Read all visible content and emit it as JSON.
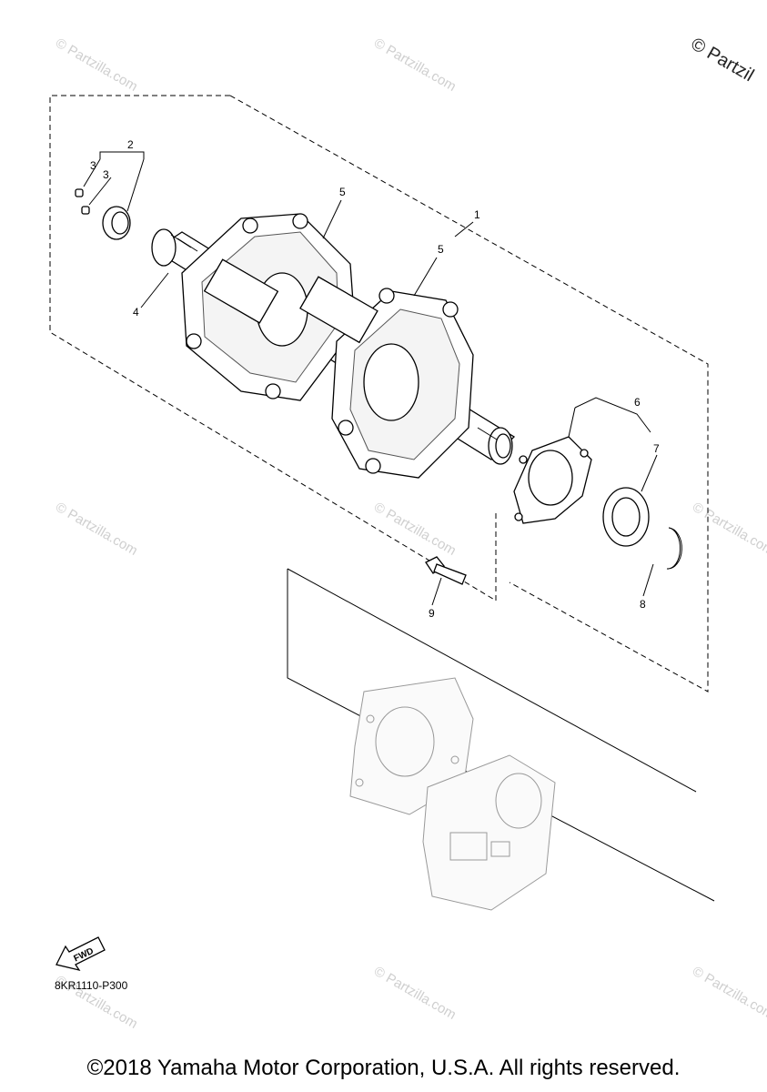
{
  "watermark": {
    "text": "© Partzilla.com",
    "corner_text": "© Partzil"
  },
  "callouts": {
    "c1": "1",
    "c2": "2",
    "c3a": "3",
    "c3b": "3",
    "c4": "4",
    "c5a": "5",
    "c5b": "5",
    "c6": "6",
    "c7": "7",
    "c8": "8",
    "c9": "9"
  },
  "fwd_label": "FWD",
  "diagram_code": "8KR1110-P300",
  "copyright": "©2018 Yamaha Motor Corporation, U.S.A. All rights reserved."
}
